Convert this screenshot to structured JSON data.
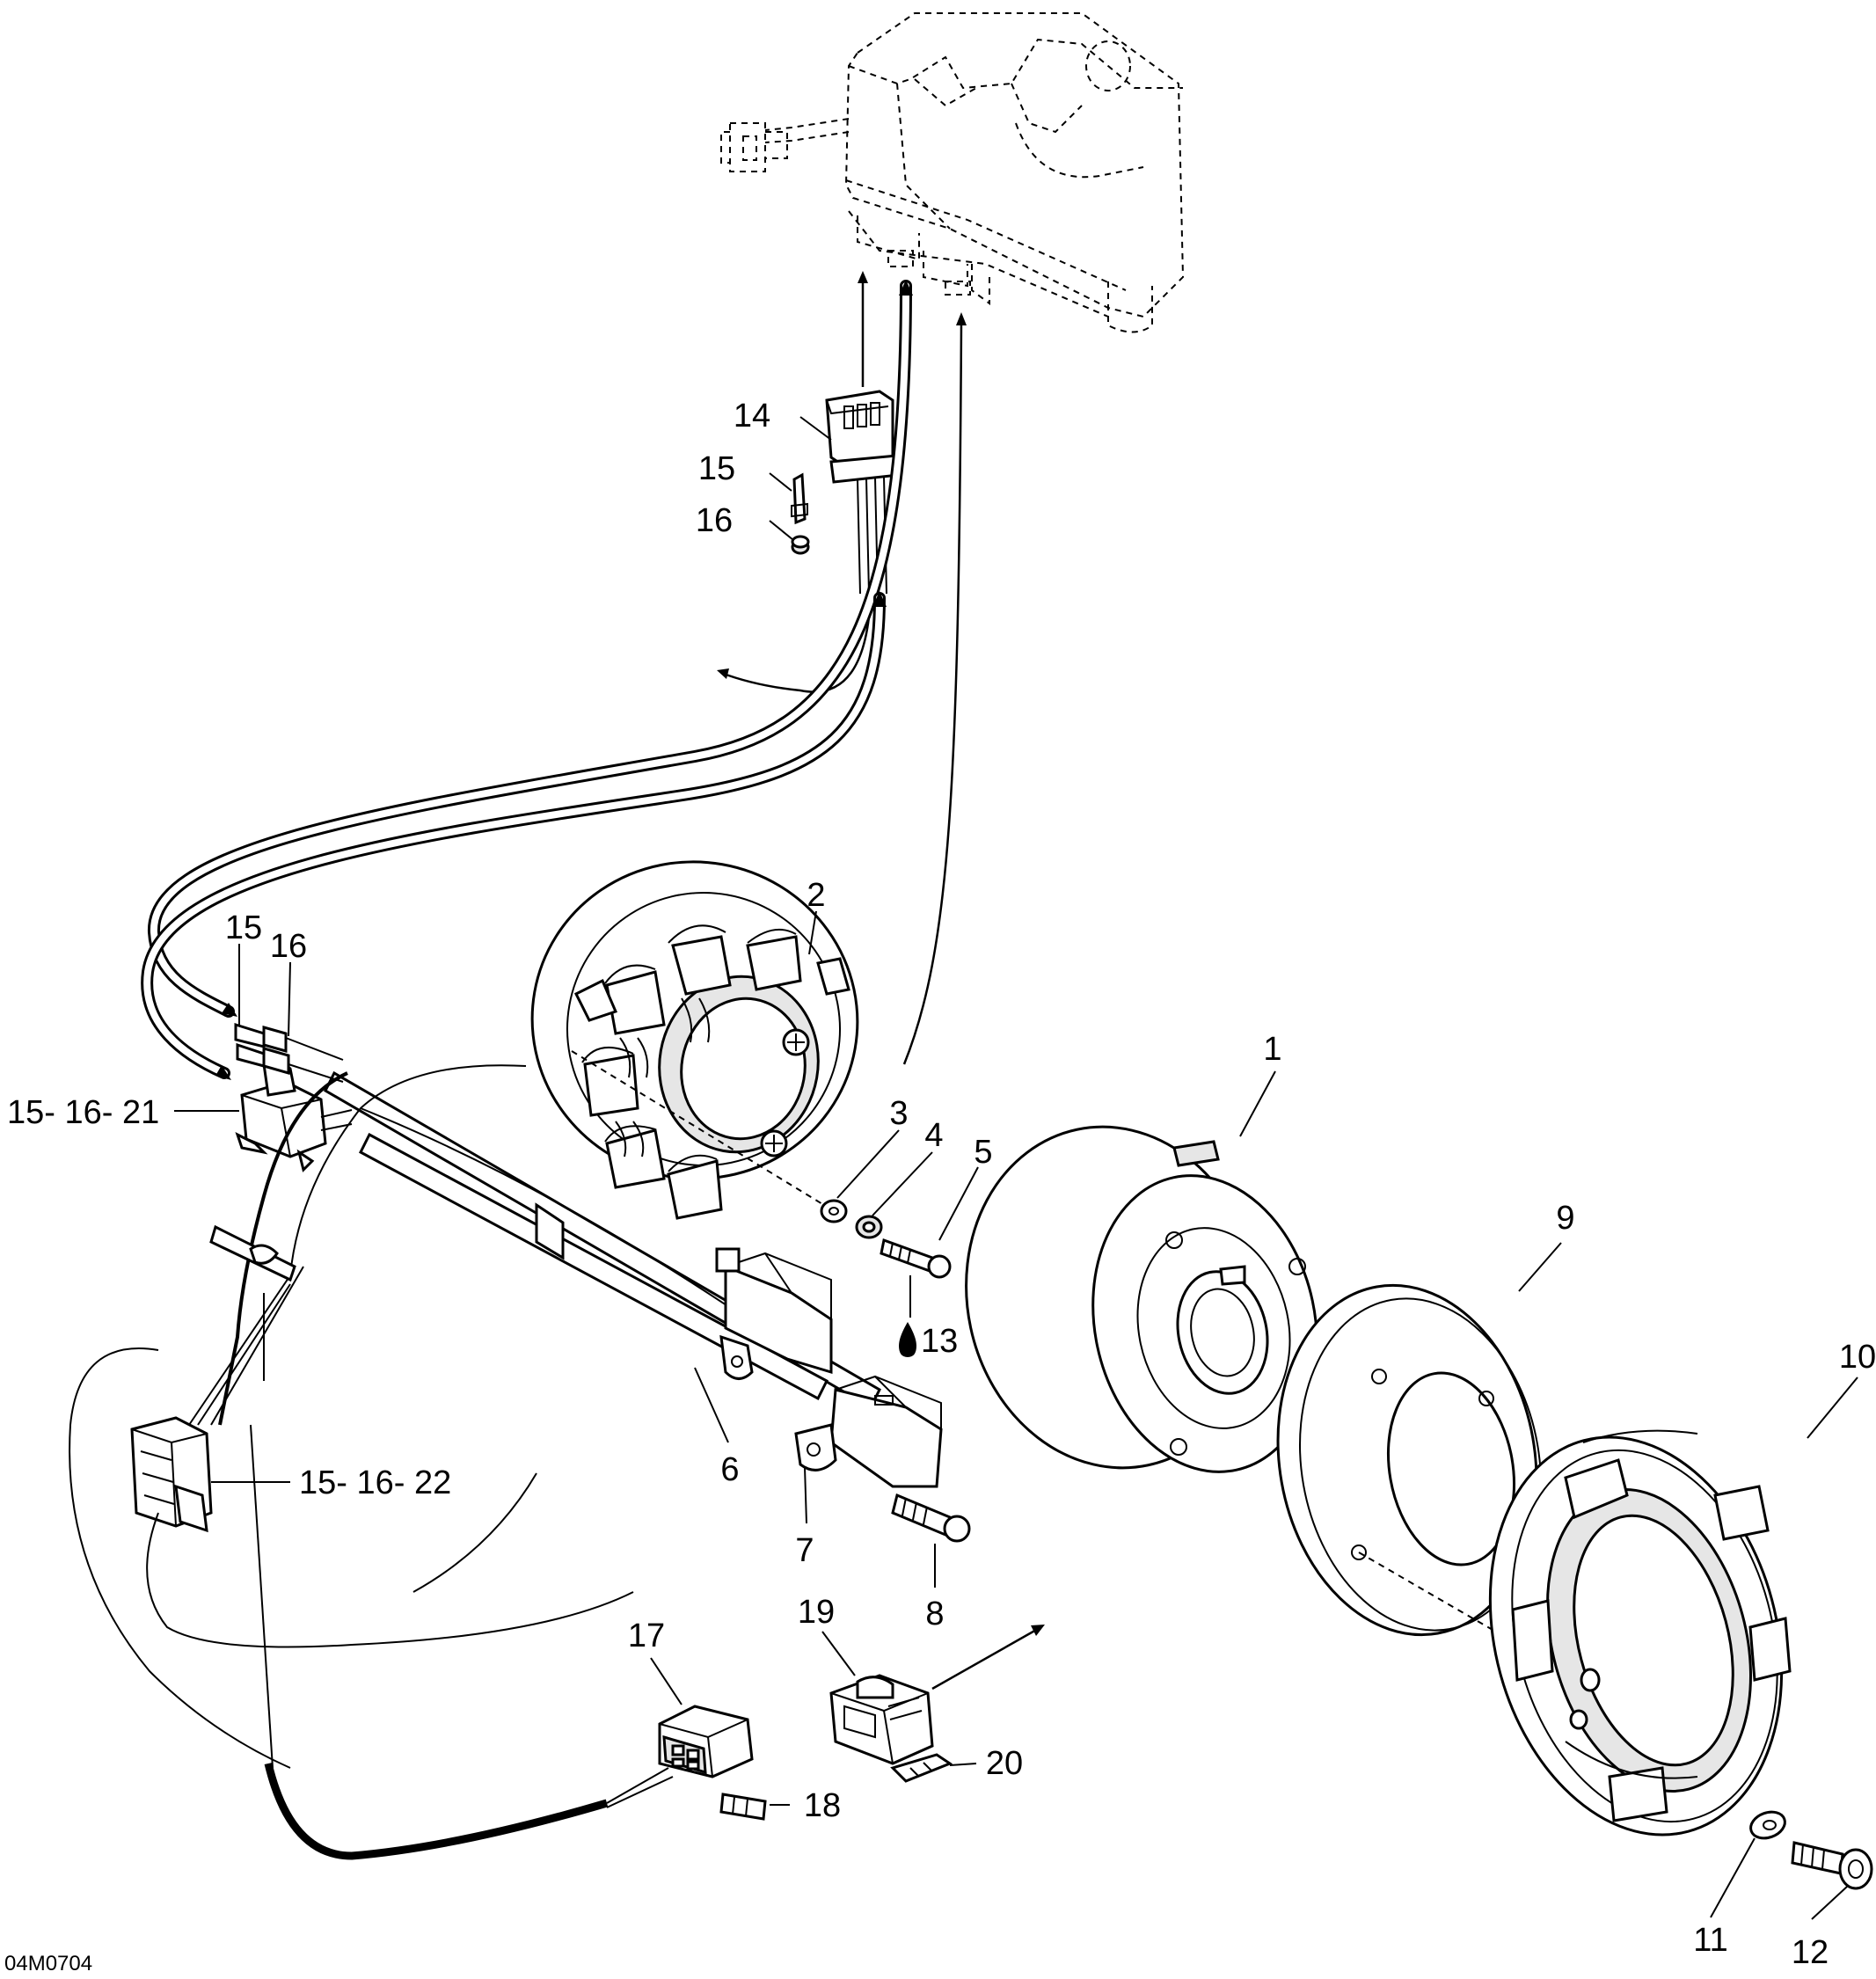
{
  "diagram": {
    "reference_code": "04M0704",
    "callouts": [
      {
        "id": "c1",
        "text": "1"
      },
      {
        "id": "c2",
        "text": "2"
      },
      {
        "id": "c3",
        "text": "3"
      },
      {
        "id": "c4",
        "text": "4"
      },
      {
        "id": "c5",
        "text": "5"
      },
      {
        "id": "c6",
        "text": "6"
      },
      {
        "id": "c7",
        "text": "7"
      },
      {
        "id": "c8",
        "text": "8"
      },
      {
        "id": "c9",
        "text": "9"
      },
      {
        "id": "c10",
        "text": "10"
      },
      {
        "id": "c11",
        "text": "11"
      },
      {
        "id": "c12",
        "text": "12"
      },
      {
        "id": "c13",
        "text": "13"
      },
      {
        "id": "c14",
        "text": "14"
      },
      {
        "id": "c15a",
        "text": "15"
      },
      {
        "id": "c16a",
        "text": "16"
      },
      {
        "id": "c15b",
        "text": "15"
      },
      {
        "id": "c16b",
        "text": "16"
      },
      {
        "id": "c15_16_21",
        "text": "15- 16- 21"
      },
      {
        "id": "c15_16_22",
        "text": "15- 16- 22"
      },
      {
        "id": "c17",
        "text": "17"
      },
      {
        "id": "c18",
        "text": "18"
      },
      {
        "id": "c19",
        "text": "19"
      },
      {
        "id": "c20",
        "text": "20"
      }
    ]
  }
}
